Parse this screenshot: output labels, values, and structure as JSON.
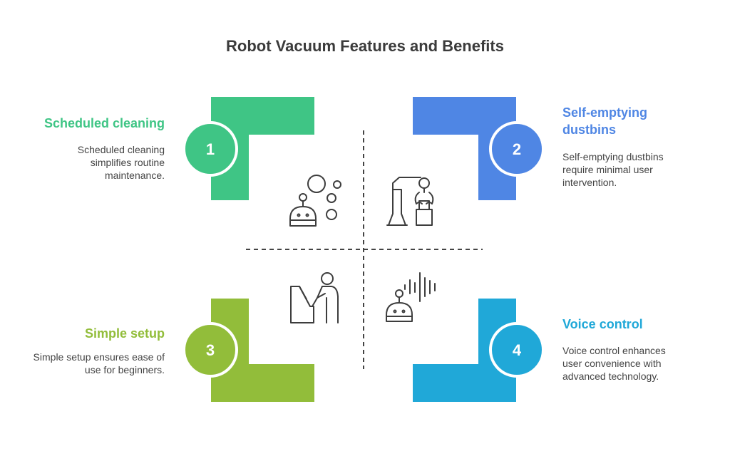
{
  "title": "Robot Vacuum Features and Benefits",
  "colors": {
    "green": "#3fc585",
    "blue": "#4f86e4",
    "olive": "#92bd3a",
    "cyan": "#20a8d8",
    "text": "#3b3b3b",
    "icon_stroke": "#3d3d3d",
    "divider": "#444444"
  },
  "features": [
    {
      "number": "1",
      "title": "Scheduled cleaning",
      "description": "Scheduled cleaning simplifies routine maintenance.",
      "icon": "robot-with-bubbles-icon"
    },
    {
      "number": "2",
      "title": "Self-emptying dustbins",
      "description": "Self-emptying dustbins require minimal user intervention.",
      "icon": "robotic-arm-box-icon"
    },
    {
      "number": "3",
      "title": "Simple setup",
      "description": "Simple setup ensures ease of use for beginners.",
      "icon": "person-at-device-icon"
    },
    {
      "number": "4",
      "title": "Voice control",
      "description": "Voice control enhances user convenience with advanced technology.",
      "icon": "robot-voice-wave-icon"
    }
  ]
}
